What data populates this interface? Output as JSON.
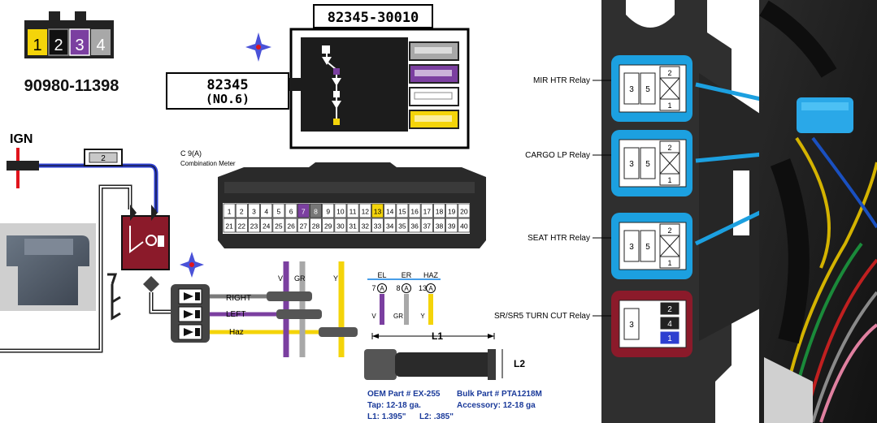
{
  "connector_top": {
    "pins": [
      "1",
      "2",
      "3",
      "4"
    ],
    "part_number": "90980-11398"
  },
  "relay_block": {
    "part_number": "82345-30010",
    "socket_label": [
      "82345",
      "(NO.6)"
    ]
  },
  "ign": {
    "label": "IGN",
    "fuse_label": "2"
  },
  "combination_meter": {
    "title": "C 9(A)",
    "subtitle": "Combination Meter",
    "row1": [
      "1",
      "2",
      "3",
      "4",
      "5",
      "6",
      "7",
      "8",
      "9",
      "10",
      "11",
      "12",
      "13",
      "14",
      "15",
      "16",
      "17",
      "18",
      "19",
      "20"
    ],
    "row2": [
      "21",
      "22",
      "23",
      "24",
      "25",
      "26",
      "27",
      "28",
      "29",
      "30",
      "31",
      "32",
      "33",
      "34",
      "35",
      "36",
      "37",
      "38",
      "39",
      "40"
    ],
    "highlight_purple": "7",
    "highlight_gray": "8",
    "highlight_yellow": "13"
  },
  "wires": {
    "right": "RIGHT",
    "left": "LEFT",
    "haz": "Haz",
    "vertical_labels": [
      "V",
      "GR",
      "Y"
    ]
  },
  "pinout": {
    "columns": [
      {
        "name": "EL",
        "pin": "7",
        "circle": "A",
        "wire": "V"
      },
      {
        "name": "ER",
        "pin": "8",
        "circle": "A",
        "wire": "GR"
      },
      {
        "name": "HAZ",
        "pin": "13",
        "circle": "A",
        "wire": "Y"
      }
    ]
  },
  "splice": {
    "l1": "L1",
    "l2": "L2",
    "oem_part": "OEM Part # EX-255",
    "tap": "Tap: 12-18 ga.",
    "l1_value": "L1: 1.395\"",
    "l2_value": "L2: .385\"",
    "bulk_part": "Bulk Part # PTA1218M",
    "accessory": "Accessory: 12-18 ga"
  },
  "relays": [
    {
      "label": "MIR HTR Relay",
      "pins_left": [
        "3",
        "5"
      ],
      "pins_right": [
        "2",
        "1"
      ]
    },
    {
      "label": "CARGO LP Relay",
      "pins_left": [
        "3",
        "5"
      ],
      "pins_right": [
        "2",
        "1"
      ]
    },
    {
      "label": "SEAT HTR Relay",
      "pins_left": [
        "3",
        "5"
      ],
      "pins_right": [
        "2",
        "1"
      ]
    },
    {
      "label": "SR/SR5 TURN CUT Relay",
      "pins_left": [
        "3"
      ],
      "pins_right": [
        "2",
        "4",
        "1"
      ]
    }
  ],
  "colors": {
    "yellow": "#f4d40a",
    "purple": "#7b3fa0",
    "gray": "#a8a8a8",
    "blue_wire": "#2d3fd0",
    "relay_blue": "#1ca0e0",
    "relay_red": "#8b1a2a",
    "red": "#e0141c"
  }
}
